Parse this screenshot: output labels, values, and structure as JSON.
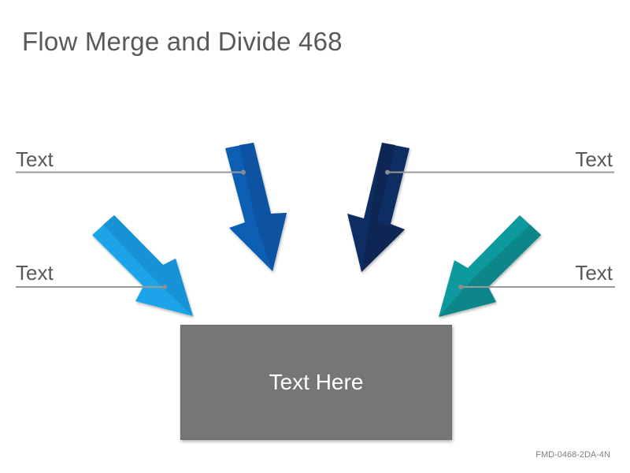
{
  "title": "Flow Merge and Divide 468",
  "labels": {
    "top_left": "Text",
    "top_right": "Text",
    "bottom_left": "Text",
    "bottom_right": "Text"
  },
  "center_box": {
    "text": "Text Here"
  },
  "footer": {
    "code": "FMD-0468-2DA-4N"
  },
  "colors": {
    "arrow_light_blue": "#1aa3e8",
    "arrow_mid_blue": "#0a5fb4",
    "arrow_navy": "#0d2f63",
    "arrow_teal": "#0a9a9e",
    "connector_line": "#999999",
    "box_fill": "#767676",
    "title_text": "#595959"
  }
}
